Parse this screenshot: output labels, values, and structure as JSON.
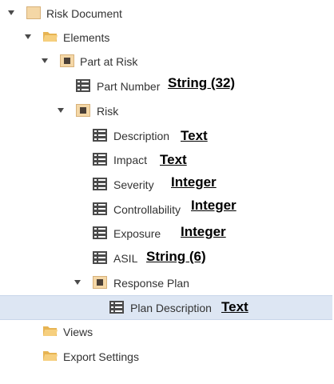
{
  "tree": {
    "root": {
      "label": "Risk Document"
    },
    "elements": {
      "label": "Elements"
    },
    "part_at_risk": {
      "label": "Part at Risk"
    },
    "part_number": {
      "label": "Part Number",
      "type": "String (32)"
    },
    "risk": {
      "label": "Risk"
    },
    "description": {
      "label": "Description",
      "type": "Text"
    },
    "impact": {
      "label": "Impact",
      "type": "Text"
    },
    "severity": {
      "label": "Severity",
      "type": "Integer"
    },
    "controllability": {
      "label": "Controllability",
      "type": "Integer"
    },
    "exposure": {
      "label": "Exposure",
      "type": "Integer"
    },
    "asil": {
      "label": "ASIL",
      "type": "String (6)"
    },
    "response_plan": {
      "label": "Response Plan"
    },
    "plan_description": {
      "label": "Plan Description",
      "type": "Text"
    },
    "views": {
      "label": "Views"
    },
    "export_settings": {
      "label": "Export Settings"
    }
  },
  "colors": {
    "selected_row": "#dde6f3",
    "folder": "#f2c46d",
    "element_box": "#f4d7a6",
    "list_icon": "#4b4b4b"
  }
}
